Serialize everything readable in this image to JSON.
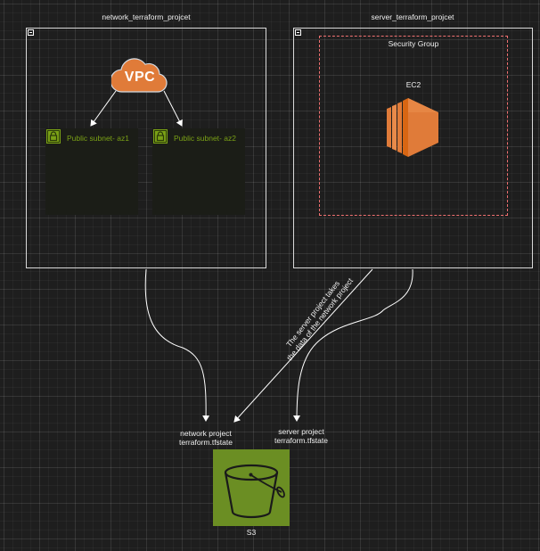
{
  "network_project": {
    "title": "network_terraform_projcet",
    "vpc_label": "VPC",
    "subnets": [
      {
        "label": "Public subnet- az1"
      },
      {
        "label": "Public subnet- az2"
      }
    ]
  },
  "server_project": {
    "title": "server_terraform_projcet",
    "security_group_label": "Security Group",
    "ec2_label": "EC2"
  },
  "storage": {
    "network_state_line1": "network project",
    "network_state_line2": "terraform.tfstate",
    "server_state_line1": "server project",
    "server_state_line2": "terraform.tfstate",
    "s3_label": "S3"
  },
  "annotation": {
    "line1": "The server project takes",
    "line2": "the data of the network project"
  },
  "colors": {
    "background": "#1e1e1e",
    "vpc_orange": "#e07b39",
    "ec2_orange": "#d86613",
    "subnet_green": "#7aa116",
    "s3_green": "#6b8e23",
    "security_group_red": "#f07070"
  }
}
